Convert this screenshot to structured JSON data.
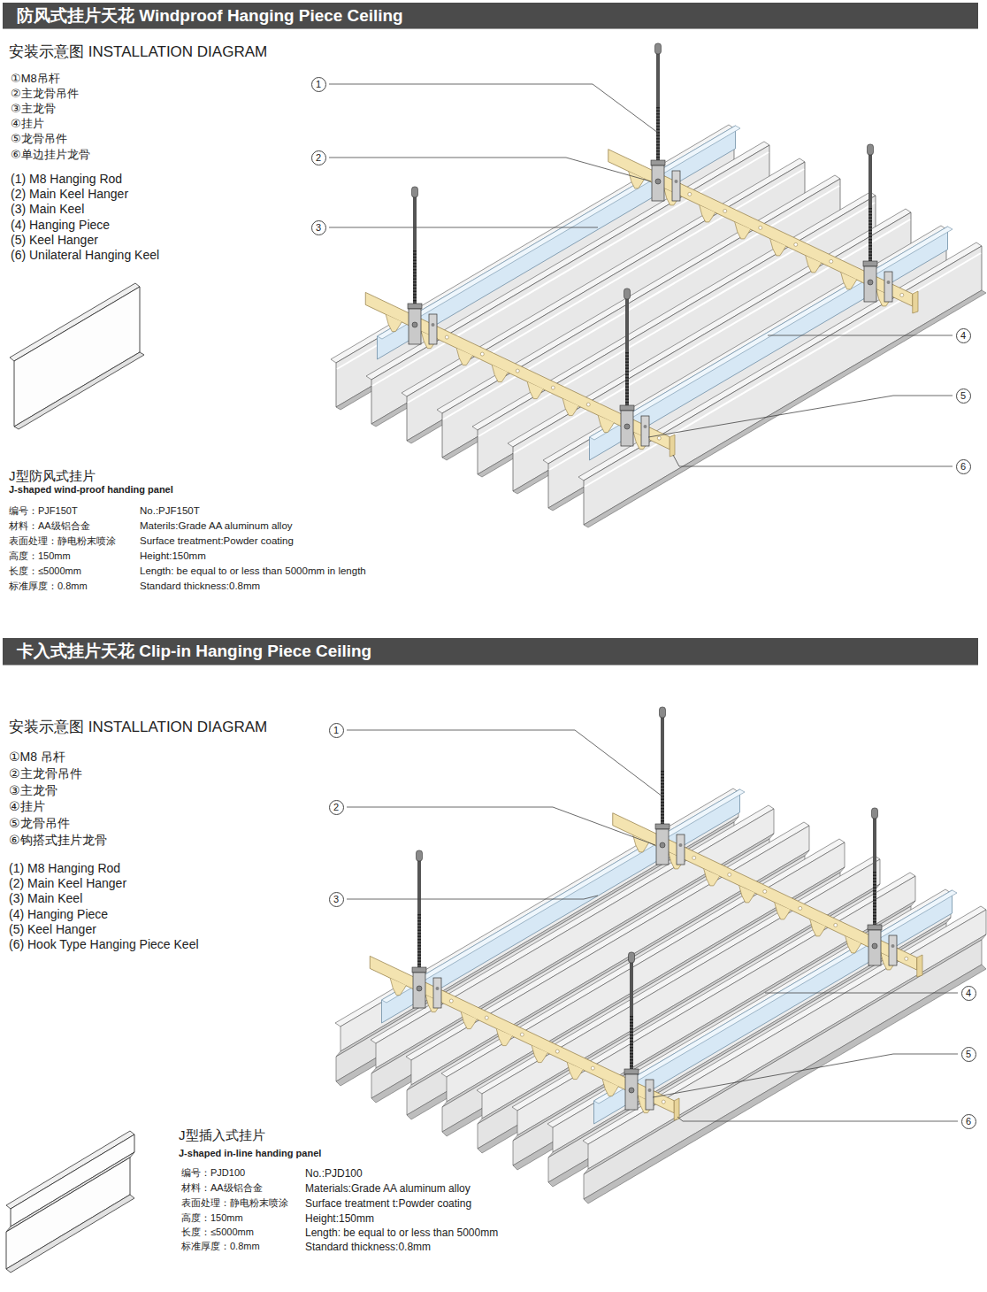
{
  "diagram": {
    "nodes": [
      {
        "text": [
          "防风式挂片天花 Windproof Hanging Piece Ceiling"
        ]
      },
      {
        "text": [
          "1"
        ]
      },
      {
        "text": [
          "2"
        ]
      },
      {
        "text": [
          "3"
        ]
      },
      {
        "text": [
          "4"
        ]
      },
      {
        "text": [
          "5"
        ]
      },
      {
        "text": [
          "6"
        ]
      },
      {
        "text": [
          "卡入式挂片天花 Clip-in Hanging Piece Ceiling"
        ]
      },
      {
        "text": [
          "1"
        ]
      },
      {
        "text": [
          "2"
        ]
      },
      {
        "text": [
          "3"
        ]
      },
      {
        "text": [
          "4"
        ]
      },
      {
        "text": [
          "5"
        ]
      },
      {
        "text": [
          "6"
        ]
      }
    ],
    "labels": [
      "安装示意图 INSTALLATION DIAGRAM",
      "①M8吊杆",
      "②主龙骨吊件",
      "③主龙骨",
      "④挂片",
      "⑤龙骨吊件",
      "⑥单边挂片龙骨",
      "(1) M8 Hanging Rod",
      "(2) Main Keel Hanger",
      "(3) Main Keel",
      "(4) Hanging Piece",
      "(5) Keel Hanger",
      "(6) Unilateral Hanging Keel",
      "J型防风式挂片",
      "J-shaped wind-proof handing panel",
      "编号：PJF150T",
      "材料：AA级铝合金",
      "表面处理：静电粉末喷涂",
      "高度：150mm",
      "长度：≤5000mm",
      "标准厚度：0.8mm",
      "No.:PJF150T",
      "Materils:Grade AA aluminum alloy",
      "Surface treatment:Powder coating",
      "Height:150mm",
      "Length: be equal to or less than 5000mm in length",
      "Standard thickness:0.8mm",
      "安装示意图 INSTALLATION DIAGRAM",
      "①M8 吊杆",
      "②主龙骨吊件",
      "③主龙骨",
      "④挂片",
      "⑤龙骨吊件",
      "⑥钩搭式挂片龙骨",
      "(1) M8 Hanging Rod",
      "(2) Main Keel Hanger",
      "(3) Main Keel",
      "(4) Hanging Piece",
      "(5) Keel Hanger",
      "(6) Hook Type Hanging Piece Keel",
      "J型插入式挂片",
      "J-shaped in-line handing panel",
      "编号：PJD100",
      "材料：AA级铝合金",
      "表面处理：静电粉末喷涂",
      "高度：150mm",
      "长度：≤5000mm",
      "标准厚度：0.8mm",
      "No.:PJD100",
      "Materials:Grade AA aluminum alloy",
      "Surface treatment t:Powder coating",
      "Height:150mm",
      "Length: be equal to or less than 5000mm",
      "Standard thickness:0.8mm"
    ]
  }
}
